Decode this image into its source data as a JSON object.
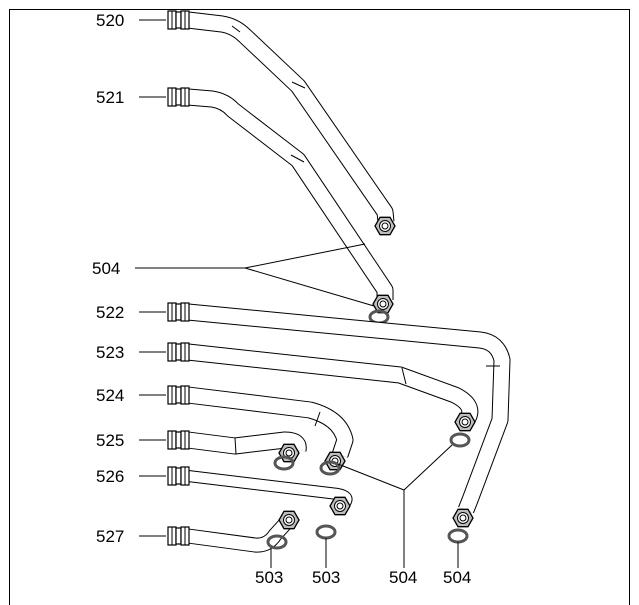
{
  "labels": {
    "l520": "520",
    "l521": "521",
    "l504_upper": "504",
    "l522": "522",
    "l523": "523",
    "l524": "524",
    "l525": "525",
    "l526": "526",
    "l527": "527",
    "l503_a": "503",
    "l503_b": "503",
    "l504_mid": "504",
    "l504_right": "504"
  }
}
